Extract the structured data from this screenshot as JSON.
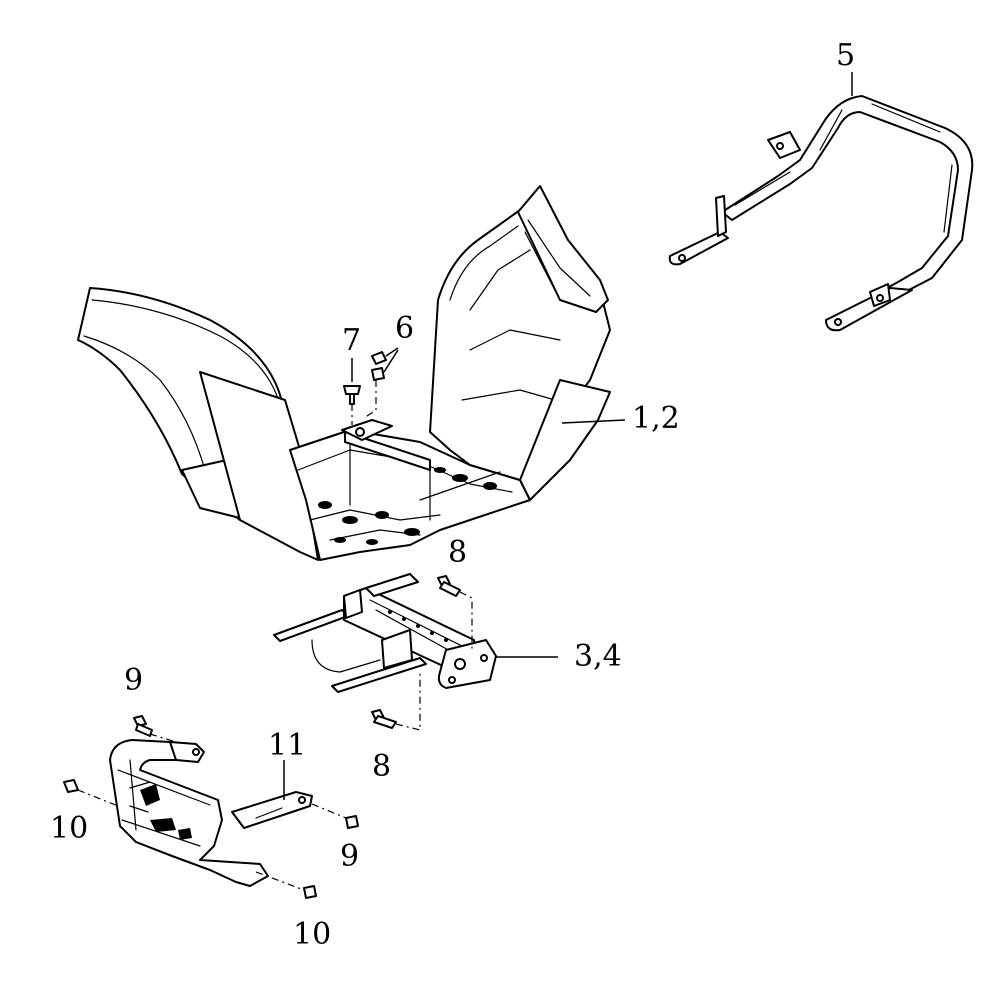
{
  "diagram": {
    "callouts": {
      "c5": "5",
      "c6": "6",
      "c7": "7",
      "c12": "1,2",
      "c8a": "8",
      "c34": "3,4",
      "c9a": "9",
      "c11": "11",
      "c8b": "8",
      "c10a": "10",
      "c9b": "9",
      "c10b": "10"
    },
    "colors": {
      "ink": "#000000",
      "paper": "#ffffff"
    }
  }
}
